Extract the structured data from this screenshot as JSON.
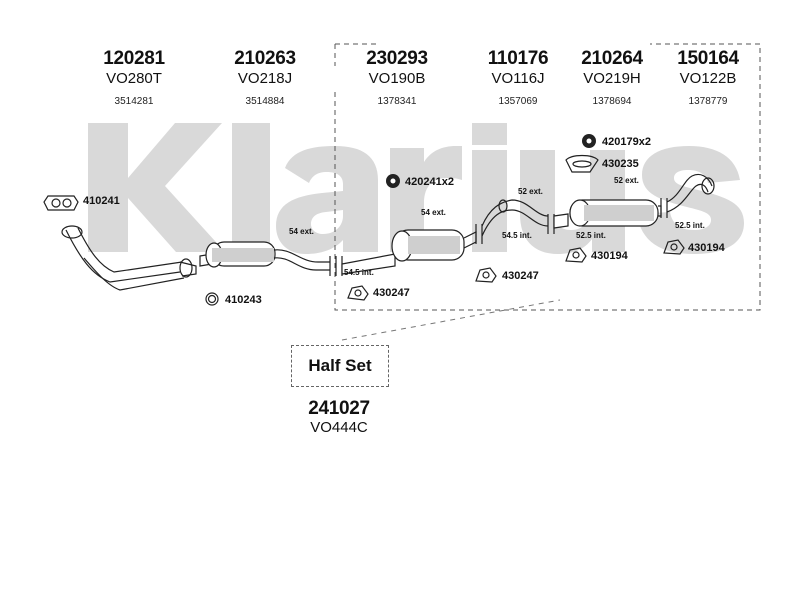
{
  "brand": {
    "watermark": "Klarius",
    "watermark_color": "#d9d9d9"
  },
  "header_parts": [
    {
      "number": "120281",
      "model": "VO280T",
      "oe": "3514281"
    },
    {
      "number": "210263",
      "model": "VO218J",
      "oe": "3514884"
    },
    {
      "number": "230293",
      "model": "VO190B",
      "oe": "1378341"
    },
    {
      "number": "110176",
      "model": "VO116J",
      "oe": "1357069"
    },
    {
      "number": "210264",
      "model": "VO219H",
      "oe": "1378694"
    },
    {
      "number": "150164",
      "model": "VO122B",
      "oe": "1378779"
    }
  ],
  "fittings": [
    {
      "code": "410241",
      "icon": "gasket-icon"
    },
    {
      "code": "410243",
      "icon": "ring-icon"
    },
    {
      "code": "420241x2",
      "icon": "rubber-mount-icon"
    },
    {
      "code": "420179x2",
      "icon": "rubber-mount-icon"
    },
    {
      "code": "430235",
      "icon": "clamp-icon"
    },
    {
      "code": "430247",
      "icon": "bracket-icon"
    },
    {
      "code": "430247",
      "icon": "bracket-icon"
    },
    {
      "code": "430194",
      "icon": "bracket-icon"
    },
    {
      "code": "430194",
      "icon": "bracket-icon"
    }
  ],
  "connections": [
    {
      "label": "54 ext."
    },
    {
      "label": "54.5 int."
    },
    {
      "label": "54 ext."
    },
    {
      "label": "54.5 int."
    },
    {
      "label": "52 ext."
    },
    {
      "label": "52.5 int."
    },
    {
      "label": "52 ext."
    },
    {
      "label": "52.5 int."
    }
  ],
  "half_set": {
    "label": "Half Set",
    "number": "241027",
    "model": "VO444C"
  }
}
